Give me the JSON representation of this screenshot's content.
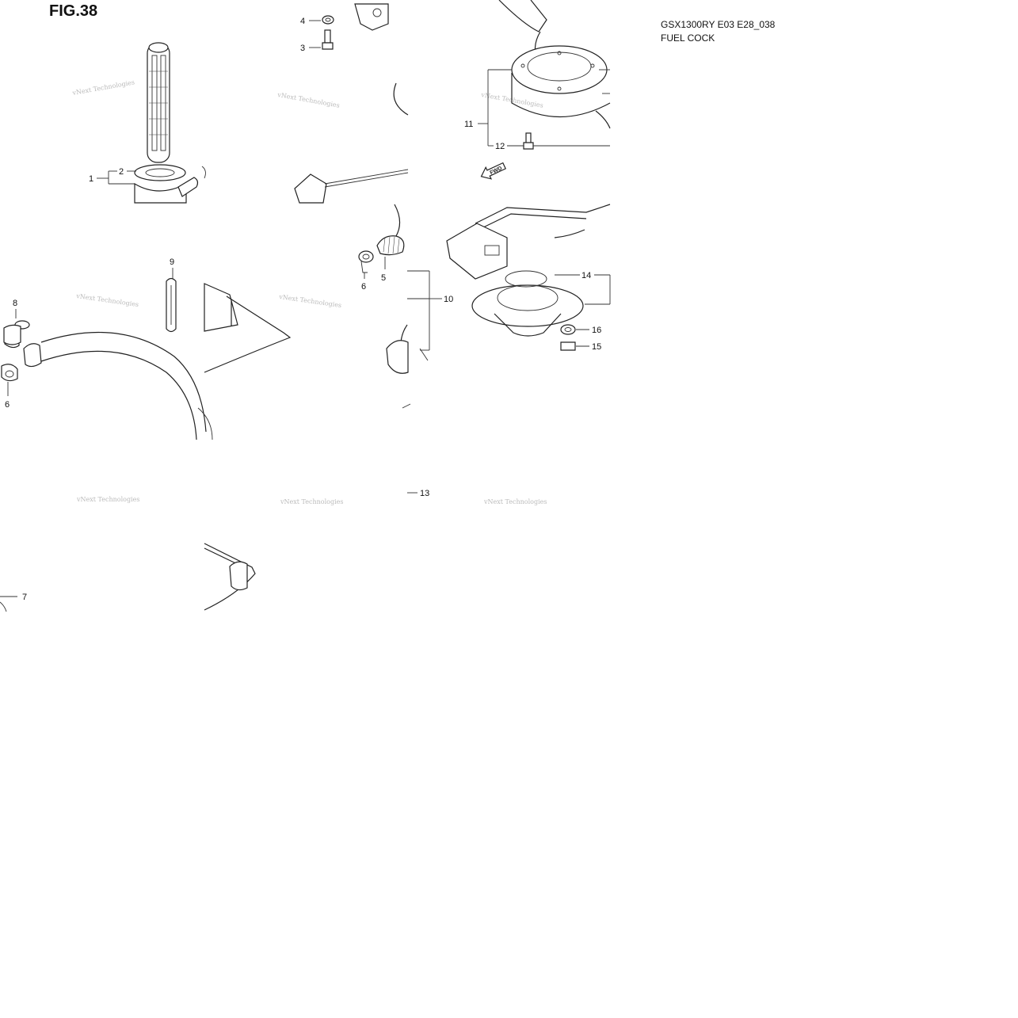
{
  "figure": {
    "title": "FIG.38",
    "model_code": "GSX1300RY E03 E28_038",
    "part_name": "FUEL COCK"
  },
  "callouts": {
    "c1": "1",
    "c2": "2",
    "c3": "3",
    "c4": "4",
    "c5": "5",
    "c6a": "6",
    "c6b": "6",
    "c7": "7",
    "c8": "8",
    "c9": "9",
    "c10": "10",
    "c11": "11",
    "c12": "12",
    "c13": "13",
    "c14": "14",
    "c15": "15",
    "c16": "16"
  },
  "direction_marker": "FWD",
  "watermark": {
    "line1": "vNext Technologies",
    "line2": "Technologies"
  },
  "icons": [
    "fuel-cock-icon",
    "filter-screen-icon",
    "fuel-hose-icon",
    "clamp-icon",
    "bolt-icon",
    "washer-icon",
    "fuel-pump-icon",
    "fwd-arrow-icon"
  ]
}
